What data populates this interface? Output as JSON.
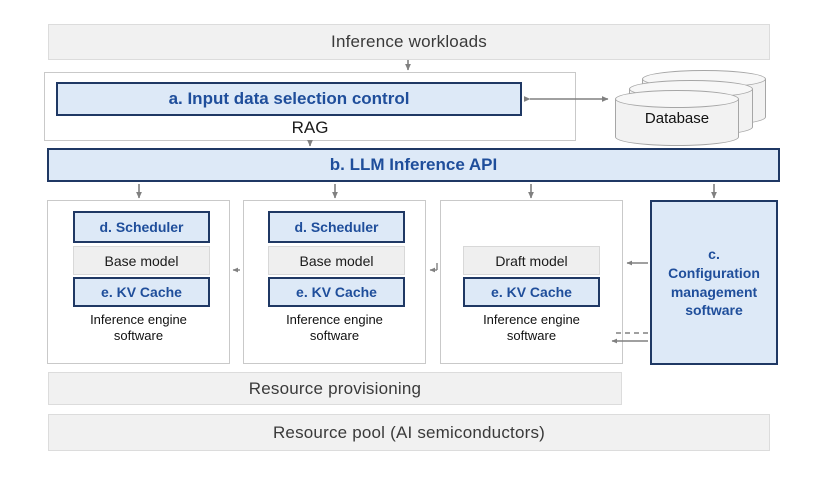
{
  "diagram": {
    "title_bar": {
      "label": "Inference workloads"
    },
    "rag": {
      "control_box": {
        "label": "a. Input data selection control"
      },
      "caption": "RAG"
    },
    "database": {
      "label": "Database",
      "stack_count": 3
    },
    "api_bar": {
      "label": "b. LLM Inference API"
    },
    "engines": [
      {
        "scheduler": "d. Scheduler",
        "model": "Base model",
        "kv_cache": "e. KV Cache",
        "caption_line1": "Inference engine",
        "caption_line2": "software"
      },
      {
        "scheduler": "d. Scheduler",
        "model": "Base model",
        "kv_cache": "e. KV Cache",
        "caption_line1": "Inference engine",
        "caption_line2": "software"
      },
      {
        "scheduler": "",
        "model": "Draft model",
        "kv_cache": "e. KV Cache",
        "caption_line1": "Inference engine",
        "caption_line2": "software"
      }
    ],
    "config_box": {
      "line1": "c.",
      "line2": "Configuration",
      "line3": "management",
      "line4": "software"
    },
    "provisioning_bar": {
      "label": "Resource provisioning"
    },
    "pool_bar": {
      "label": "Resource pool (AI semiconductors)"
    },
    "colors": {
      "accent_fill": "#dde9f7",
      "accent_border": "#1f3864",
      "accent_text": "#1f4e9b",
      "grey_fill": "#f1f1f1",
      "grey_border": "#dcdcdc",
      "model_fill": "#efefef",
      "arrow": "#808080",
      "background": "#ffffff"
    }
  }
}
